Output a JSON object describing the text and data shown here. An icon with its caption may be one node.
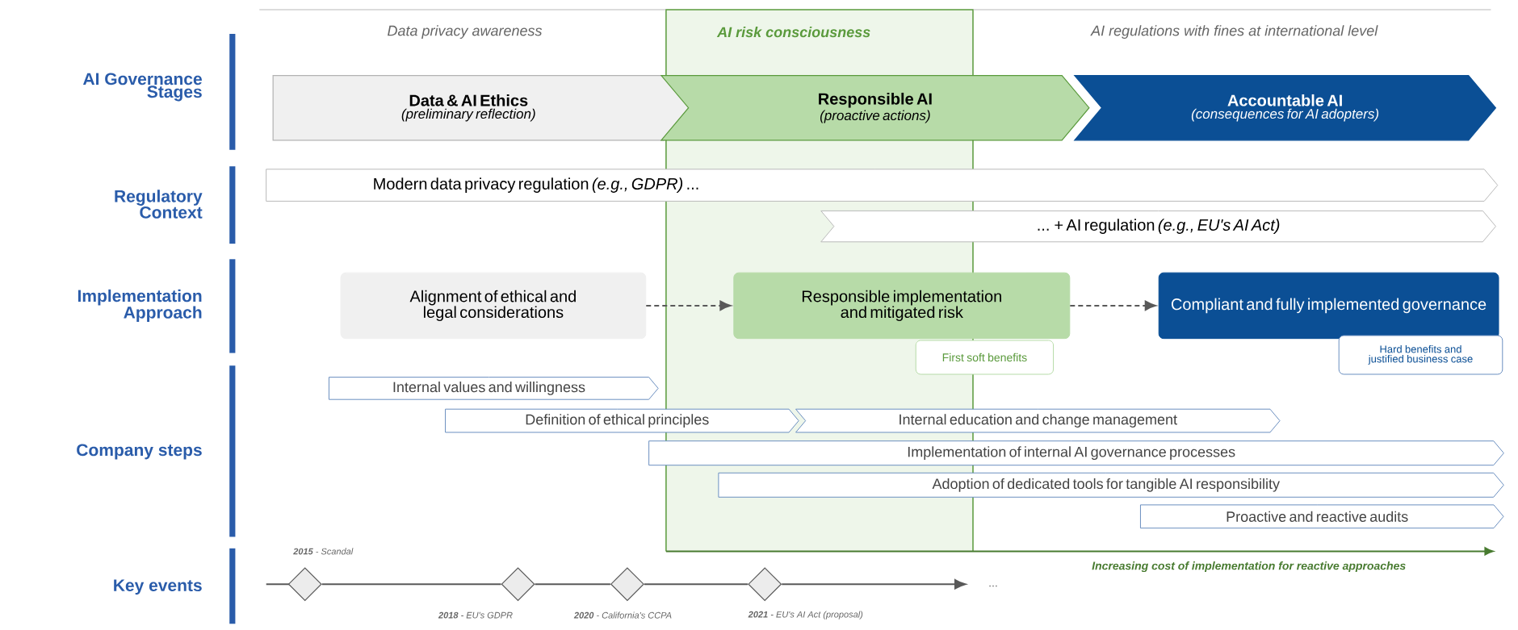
{
  "diagram": {
    "nodes": [
      {
        "text": [
          "Data & AI Ethics",
          "(preliminary reflection)"
        ]
      },
      {
        "text": [
          "Responsible AI",
          "(proactive actions)"
        ]
      },
      {
        "text": [
          "Accountable AI",
          "(consequences for AI adopters)"
        ]
      },
      {
        "text": [
          "Modern data privacy regulation *(e.g., GDPR)* ..."
        ]
      },
      {
        "text": [
          "... + AI regulation *(e.g., EU's AI Act)*"
        ]
      },
      {
        "text": [
          "Alignment of ethical and legal considerations"
        ]
      },
      {
        "text": [
          "Responsible implementation and mitigated risk"
        ]
      },
      {
        "text": [
          "Compliant and fully implemented governance"
        ]
      },
      {
        "text": [
          "First soft benefits"
        ]
      },
      {
        "text": [
          "Hard benefits and justified business case"
        ]
      },
      {
        "text": [
          "Internal values and willingness"
        ]
      },
      {
        "text": [
          "Definition of ethical principles"
        ]
      },
      {
        "text": [
          "Internal education and change management"
        ]
      },
      {
        "text": [
          "Implementation of internal AI governance processes"
        ]
      },
      {
        "text": [
          "Adoption of dedicated tools for tangible AI responsibility"
        ]
      },
      {
        "text": [
          "Proactive and reactive audits"
        ]
      },
      {
        "text": [],
        "shape": "diamond",
        "beside": [
          "**2015** - Scandal"
        ]
      },
      {
        "text": [],
        "shape": "diamond",
        "beside": [
          "**2018** - EU's GDPR"
        ]
      },
      {
        "text": [],
        "shape": "diamond",
        "beside": [
          "**2020** - California's CCPA"
        ]
      },
      {
        "text": [],
        "shape": "diamond",
        "beside": [
          "**2021** - EU's AI Act (proposal)"
        ]
      }
    ],
    "edges": [
      {
        "from": 5,
        "to": 6,
        "arrow": "to",
        "style": "dashed"
      },
      {
        "from": 6,
        "to": 7,
        "arrow": "to",
        "style": "dashed"
      },
      {
        "from": 16,
        "to": 17,
        "arrow": "none"
      },
      {
        "from": 17,
        "to": 18,
        "arrow": "none"
      },
      {
        "from": 18,
        "to": 19,
        "arrow": "none"
      },
      {
        "from": 19,
        "to": null,
        "arrow": "to"
      }
    ],
    "labels": [
      "Data privacy awareness",
      "AI risk consciousness",
      "AI regulations with fines at international level",
      "AI Governance Stages",
      "Regulatory Context",
      "Implementation Approach",
      "Company steps",
      "Increasing cost of implementation for reactive approaches",
      "...",
      "Key events"
    ]
  }
}
